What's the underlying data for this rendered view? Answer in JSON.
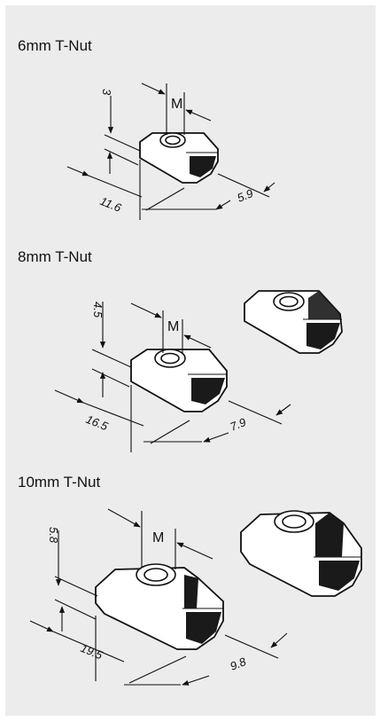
{
  "sections": [
    {
      "title": "6mm T-Nut",
      "dim_height": "3",
      "dim_thread": "M",
      "dim_length": "11.6",
      "dim_width": "5.9"
    },
    {
      "title": "8mm T-Nut",
      "dim_height": "4.5",
      "dim_thread": "M",
      "dim_length": "16.5",
      "dim_width": "7.9"
    },
    {
      "title": "10mm T-Nut",
      "dim_height": "5.8",
      "dim_thread": "M",
      "dim_length": "19.5",
      "dim_width": "9.8"
    }
  ]
}
